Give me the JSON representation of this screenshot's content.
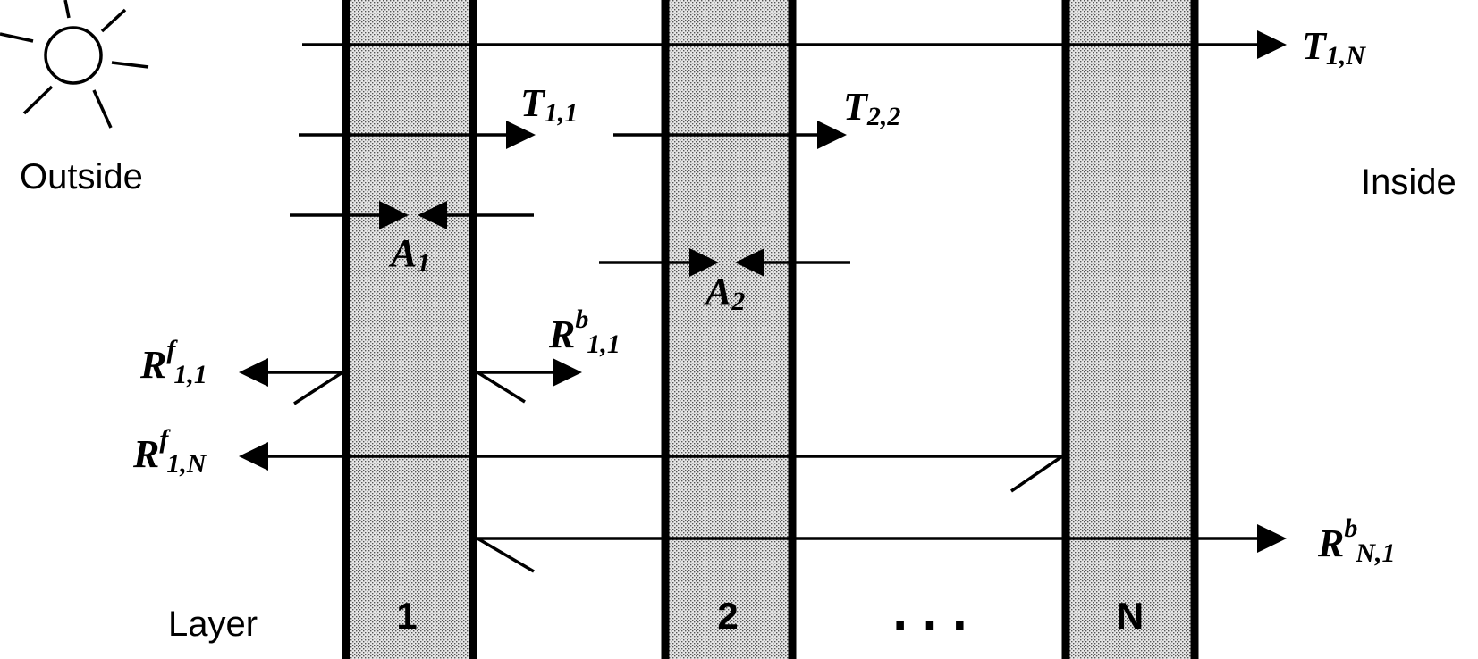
{
  "labels": {
    "outside": "Outside",
    "inside": "Inside",
    "layer_caption": "Layer",
    "ellipsis": ". . ."
  },
  "layers": [
    "1",
    "2",
    "N"
  ],
  "rays": {
    "t_1_n": {
      "sym": "T",
      "sup": "",
      "sub": "1,N"
    },
    "t_1_1": {
      "sym": "T",
      "sup": "",
      "sub": "1,1"
    },
    "t_2_2": {
      "sym": "T",
      "sup": "",
      "sub": "2,2"
    },
    "a_1": {
      "sym": "A",
      "sup": "",
      "sub": "1"
    },
    "a_2": {
      "sym": "A",
      "sup": "",
      "sub": "2"
    },
    "rf_1_1": {
      "sym": "R",
      "sup": "f",
      "sub": "1,1"
    },
    "rb_1_1": {
      "sym": "R",
      "sup": "b",
      "sub": "1,1"
    },
    "rf_1_n": {
      "sym": "R",
      "sup": "f",
      "sub": "1,N"
    },
    "rb_n_1": {
      "sym": "R",
      "sup": "b",
      "sub": "N,1"
    }
  },
  "colors": {
    "ink": "#000000",
    "layer_fill": "#d9d9d9",
    "background": "#ffffff"
  },
  "icons": {
    "sun": "sun-icon"
  }
}
